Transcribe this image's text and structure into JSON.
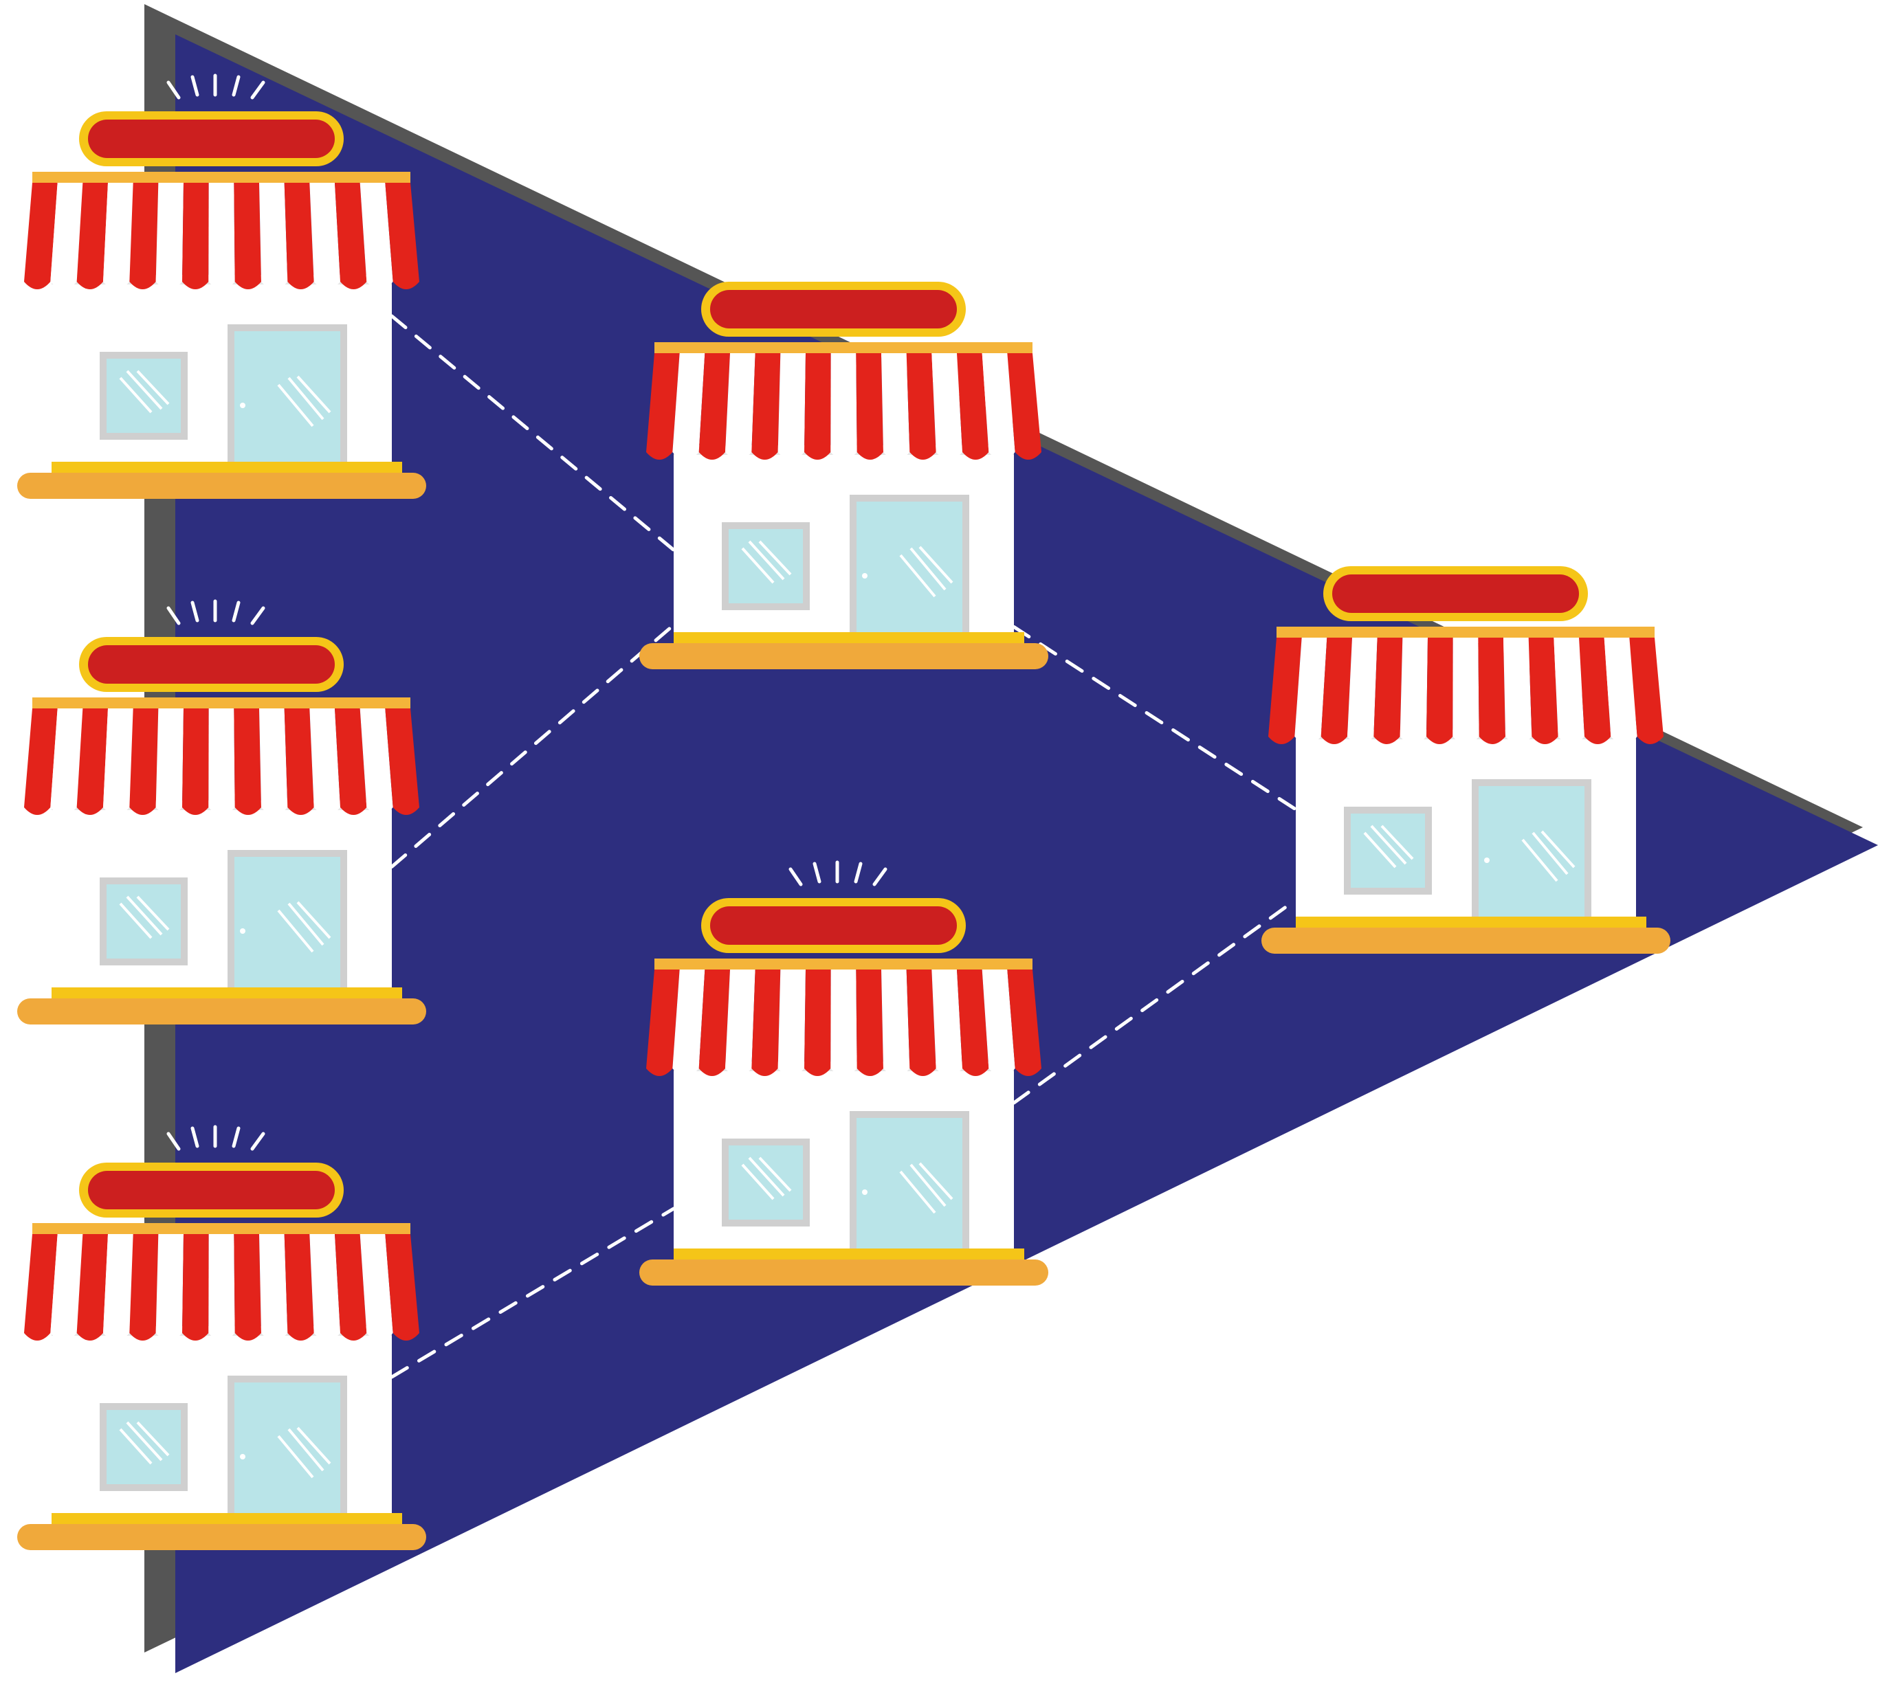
{
  "diagram": {
    "type": "store-network",
    "store_count": 6,
    "stores": [
      {
        "id": "store-1",
        "has_sparkle": true
      },
      {
        "id": "store-2",
        "has_sparkle": true
      },
      {
        "id": "store-3",
        "has_sparkle": true
      },
      {
        "id": "store-4",
        "has_sparkle": false
      },
      {
        "id": "store-5",
        "has_sparkle": true
      },
      {
        "id": "store-6",
        "has_sparkle": false
      }
    ],
    "connections": [
      [
        "store-1",
        "store-4"
      ],
      [
        "store-2",
        "store-4"
      ],
      [
        "store-3",
        "store-5"
      ],
      [
        "store-4",
        "store-6"
      ],
      [
        "store-5",
        "store-6"
      ]
    ]
  },
  "colors": {
    "background": "#ffffff",
    "triangle": "#2d2e7f",
    "triangle_shadow": "#555555",
    "stripe_red": "#e3231b",
    "stripe_white": "#ffffff",
    "sign_red": "#cc1f1f",
    "sign_border": "#f5c518",
    "awning_top": "#f4b43a",
    "wall": "#ffffff",
    "wall_shade": "#e6e6e6",
    "glass": "#b9e4e8",
    "frame": "#cfcfcf",
    "base_yellow": "#f5c518",
    "base_orange": "#f0a93b",
    "connector": "#ffffff"
  },
  "icons": [
    "store-icon",
    "sparkle-icon",
    "window-icon",
    "door-icon",
    "connector-line"
  ]
}
